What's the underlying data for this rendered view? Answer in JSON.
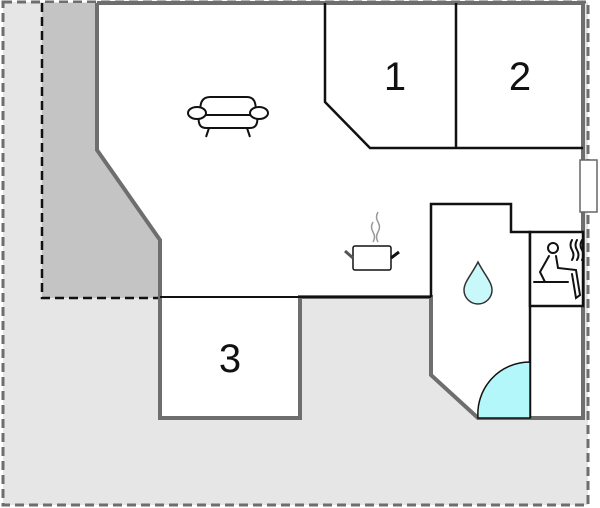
{
  "plan": {
    "type": "floor-plan",
    "colors": {
      "outdoor_area": "#e6e6e6",
      "covered_terrace": "#c4c4c4",
      "interior": "#ffffff",
      "outer_wall": "#6e6e6e",
      "inner_wall": "#111111",
      "water": "#b3f7fa"
    },
    "rooms": [
      {
        "id": "bedroom-1",
        "label": "1"
      },
      {
        "id": "bedroom-2",
        "label": "2"
      },
      {
        "id": "bedroom-3",
        "label": "3"
      }
    ],
    "icons": [
      {
        "name": "sofa-icon",
        "meaning": "living room"
      },
      {
        "name": "cooking-pot-icon",
        "meaning": "kitchen"
      },
      {
        "name": "water-drop-icon",
        "meaning": "bathroom"
      },
      {
        "name": "sauna-icon",
        "meaning": "sauna"
      },
      {
        "name": "shower-icon",
        "meaning": "shower corner"
      }
    ]
  }
}
